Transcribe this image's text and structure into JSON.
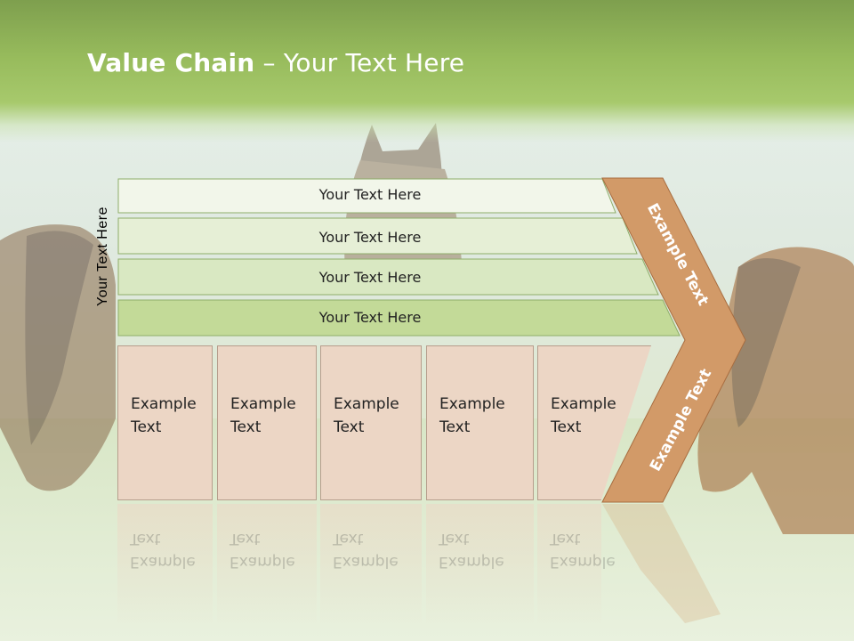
{
  "title": {
    "bold": "Value Chain",
    "rest": " – Your Text Here"
  },
  "vertical_label": "Your Text Here",
  "rows": [
    {
      "label": "Your Text Here",
      "fill": "#f2f6ea"
    },
    {
      "label": "Your Text Here",
      "fill": "#e6efd6"
    },
    {
      "label": "Your Text Here",
      "fill": "#d9e8c2"
    },
    {
      "label": "Your Text Here",
      "fill": "#c3da98"
    }
  ],
  "boxes": [
    {
      "text": "Example\nText"
    },
    {
      "text": "Example\nText"
    },
    {
      "text": "Example\nText"
    },
    {
      "text": "Example\nText"
    },
    {
      "text": "Example\nText"
    }
  ],
  "chevron": {
    "upper_text": "Example Text",
    "lower_text": "Example Text",
    "color": "#d29a68"
  },
  "colors": {
    "header": "#97bb5c",
    "box_fill": "#ecd6c5",
    "row_border": "#8fae6a"
  }
}
